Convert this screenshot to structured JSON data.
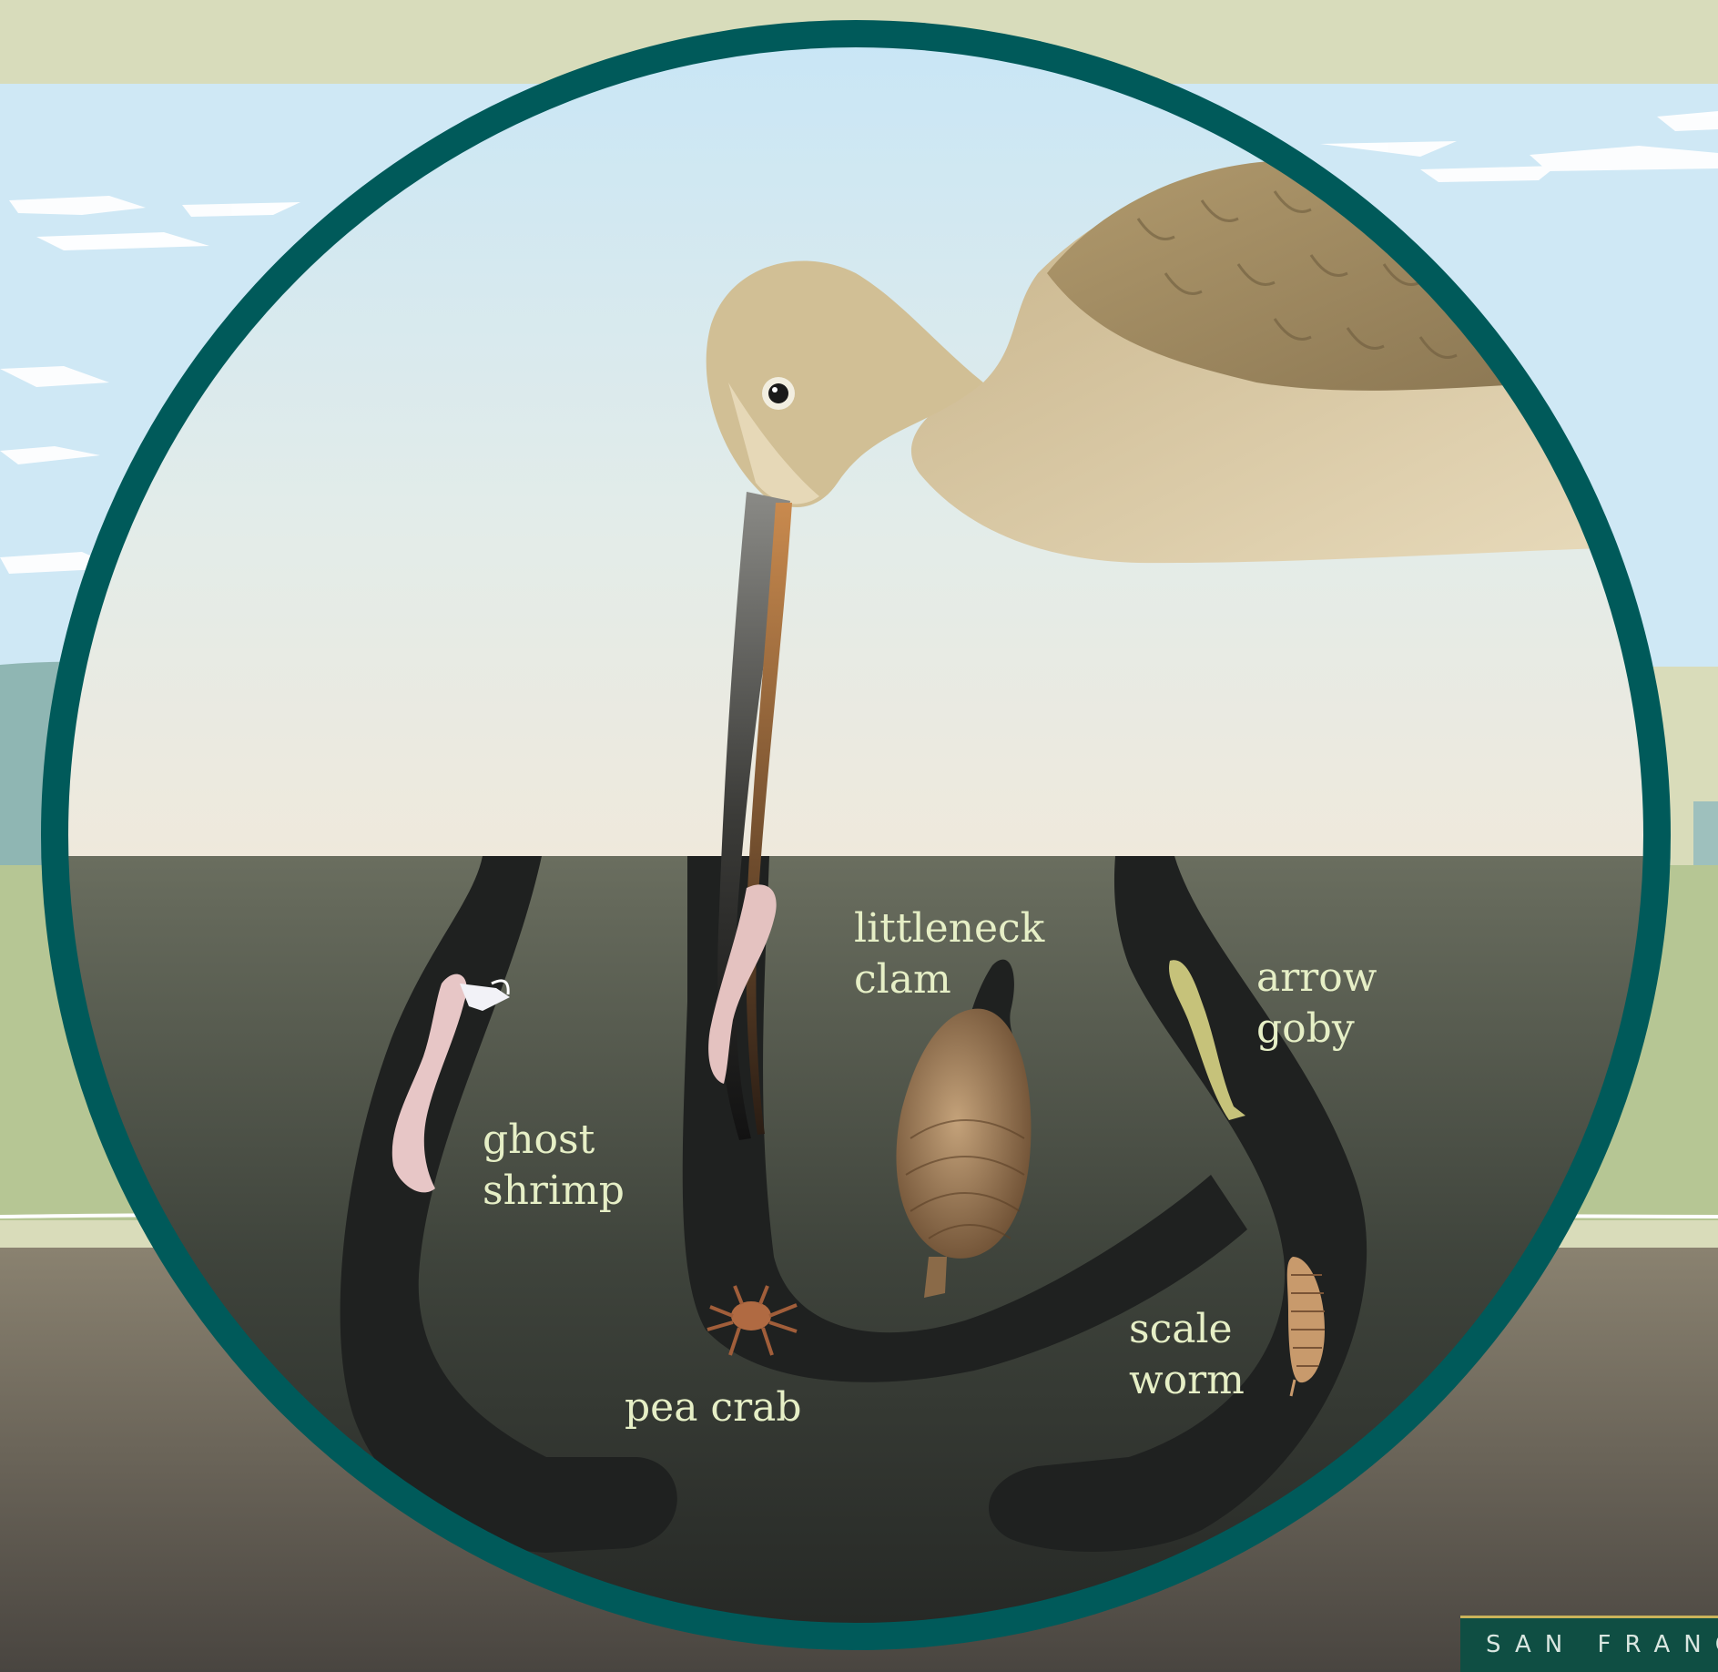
{
  "labels": {
    "ghost_shrimp": [
      "ghost",
      "shrimp"
    ],
    "littleneck_clam": [
      "littleneck",
      "clam"
    ],
    "arrow_goby": [
      "arrow",
      "goby"
    ],
    "pea_crab": [
      "pea crab"
    ],
    "scale_worm": [
      "scale",
      "worm"
    ]
  },
  "footer": {
    "text": "SAN FRANC"
  },
  "colors": {
    "ring": "#005a5a",
    "sky": "#cfe8f5",
    "mud_top": "#6b6f60",
    "mud_bottom": "#262725",
    "burrow": "#202221",
    "bird": "#d8c49c",
    "label": "#e6efc6",
    "banner": "#0f4e43"
  }
}
